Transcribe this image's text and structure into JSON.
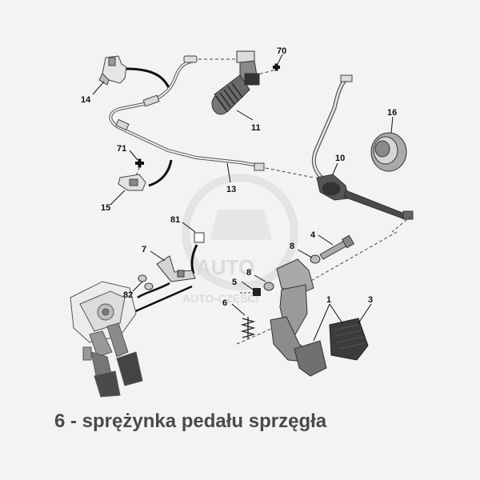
{
  "watermark": {
    "line1": "AUTO",
    "line2": "AUTO-CZĘŚCI"
  },
  "callouts": {
    "c1": "1",
    "c3": "3",
    "c4": "4",
    "c5": "5",
    "c6": "6",
    "c7": "7",
    "c8a": "8",
    "c8b": "8",
    "c10": "10",
    "c11": "11",
    "c13": "13",
    "c14": "14",
    "c15": "15",
    "c16": "16",
    "c70": "70",
    "c71": "71",
    "c81": "81",
    "c82": "82"
  },
  "caption": "6 - sprężynka pedału sprzęgła"
}
